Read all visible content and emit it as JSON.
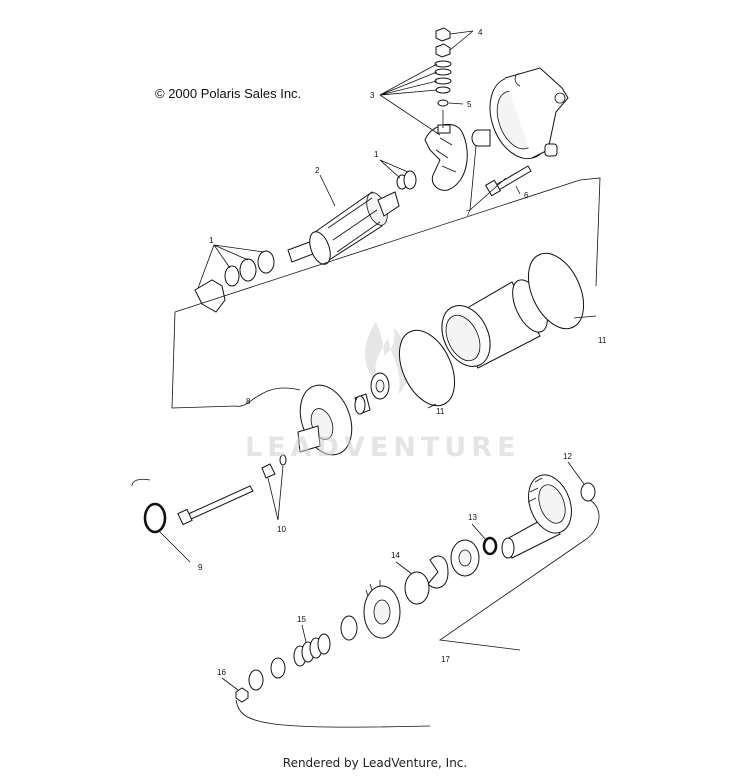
{
  "copyright": "© 2000 Polaris Sales Inc.",
  "footer": "Rendered by LeadVenture, Inc.",
  "watermark": "LEADVENTURE",
  "callouts": {
    "c1a": "1",
    "c1b": "1",
    "c2": "2",
    "c3": "3",
    "c4": "4",
    "c5": "5",
    "c6": "6",
    "c7": "7",
    "c8": "8",
    "c9": "9",
    "c10": "10",
    "c11a": "11",
    "c11b": "11",
    "c12": "12",
    "c13": "13",
    "c14": "14",
    "c15": "15",
    "c16": "16",
    "c17": "17"
  },
  "icons": [
    "polaris-logo-watermark-icon"
  ]
}
